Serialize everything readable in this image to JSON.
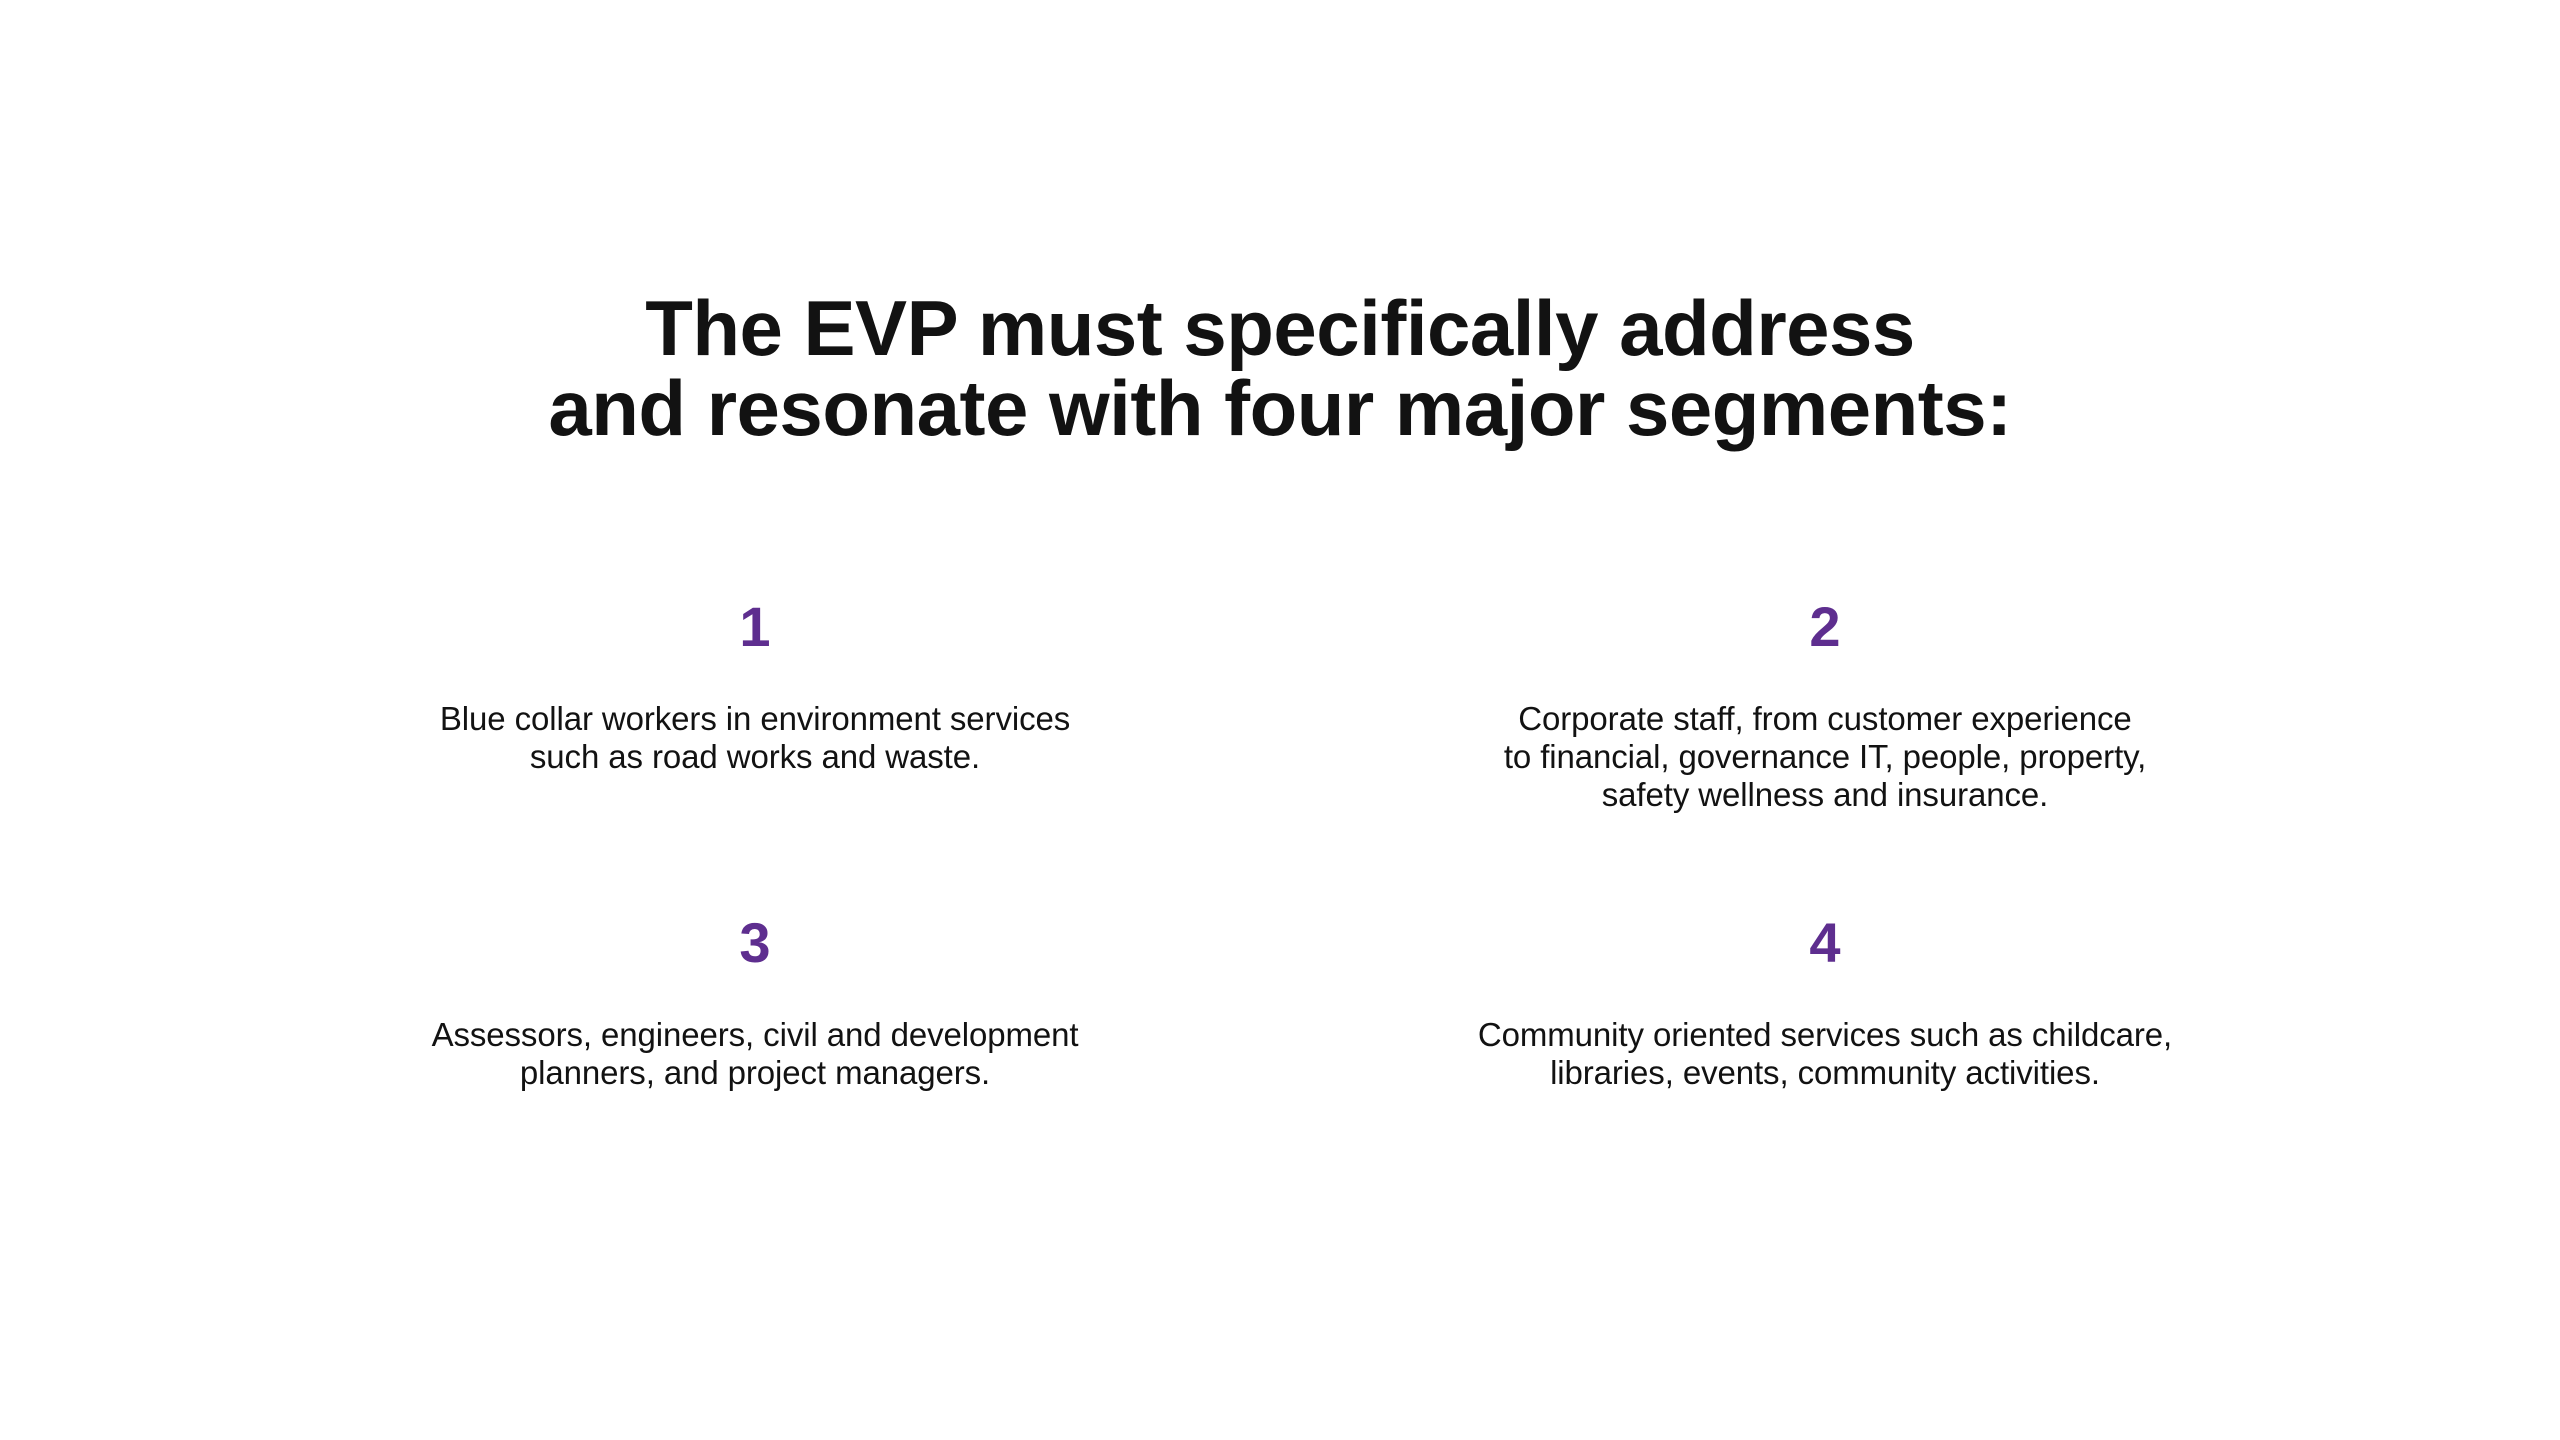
{
  "slide": {
    "background_color": "#ffffff",
    "accent_color": "#5E2E8F",
    "text_color": "#121212",
    "title": {
      "line1": "The EVP must specifically address",
      "line2": "and resonate with four major segments:"
    },
    "segments": [
      {
        "number": "1",
        "line1": "Blue collar workers in environment services",
        "line2": "such as road works and waste.",
        "line3": ""
      },
      {
        "number": "2",
        "line1": "Corporate staff, from customer experience",
        "line2": "to financial, governance IT, people, property,",
        "line3": "safety wellness and insurance."
      },
      {
        "number": "3",
        "line1": "Assessors, engineers, civil and development",
        "line2": "planners, and project managers.",
        "line3": ""
      },
      {
        "number": "4",
        "line1": "Community oriented services such as childcare,",
        "line2": "libraries, events, community activities.",
        "line3": ""
      }
    ]
  }
}
